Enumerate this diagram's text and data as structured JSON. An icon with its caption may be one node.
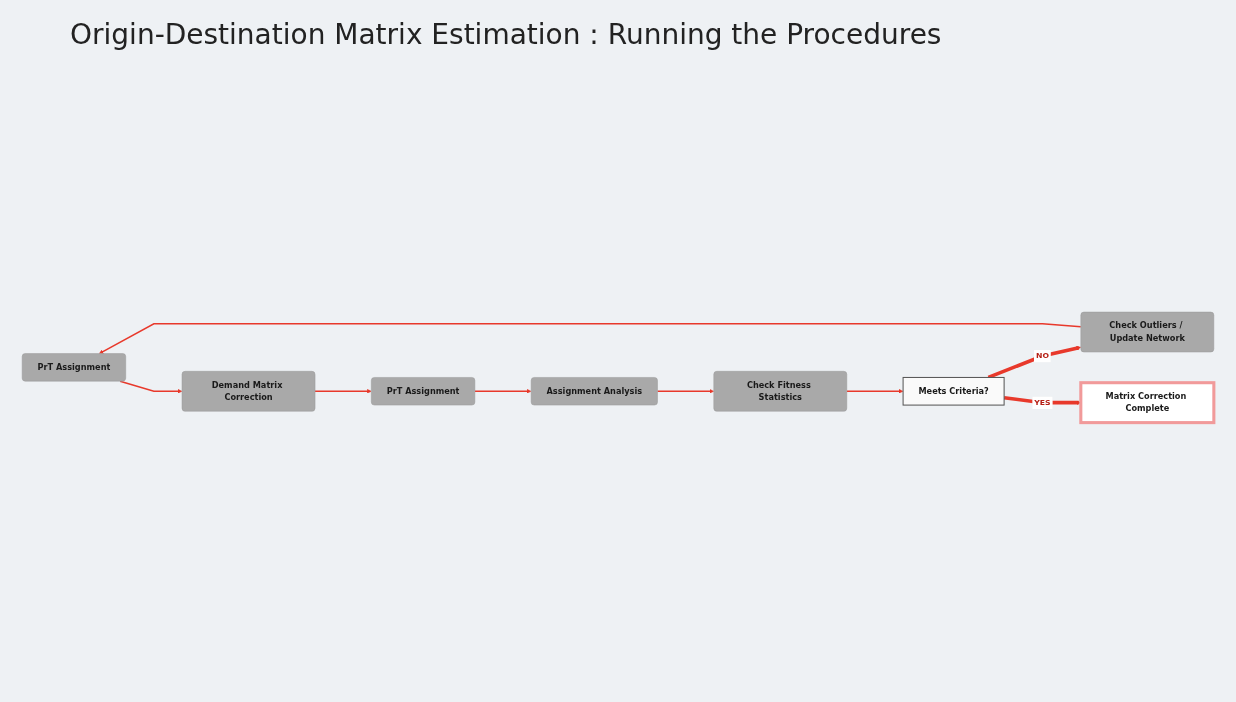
{
  "diagram": {
    "title": "Origin-Destination Matrix Estimation : Running the Procedures",
    "nodes": [
      {
        "text": [
          "PrT Assignment"
        ]
      },
      {
        "text": [
          "Demand Matrix Correction"
        ]
      },
      {
        "text": [
          "PrT Assignment"
        ]
      },
      {
        "text": [
          "Assignment Analysis"
        ]
      },
      {
        "text": [
          "Check Fitness Statistics"
        ]
      },
      {
        "text": [
          "Meets Criteria?"
        ]
      },
      {
        "text": [
          "Check Outliers / Update Network"
        ]
      },
      {
        "text": [
          "Matrix Correction Complete"
        ]
      }
    ],
    "edges": [
      {
        "from": 0,
        "to": 1,
        "arrow": "to"
      },
      {
        "from": 1,
        "to": 2,
        "arrow": "to"
      },
      {
        "from": 2,
        "to": 3,
        "arrow": "to"
      },
      {
        "from": 3,
        "to": 4,
        "arrow": "to"
      },
      {
        "from": 4,
        "to": 5,
        "arrow": "to"
      },
      {
        "from": 5,
        "to": 6,
        "arrow": "to",
        "label": "NO",
        "style": "thick"
      },
      {
        "from": 5,
        "to": 7,
        "arrow": "to",
        "label": "YES",
        "style": "thick"
      },
      {
        "from": 6,
        "to": 0,
        "arrow": "to"
      }
    ]
  }
}
